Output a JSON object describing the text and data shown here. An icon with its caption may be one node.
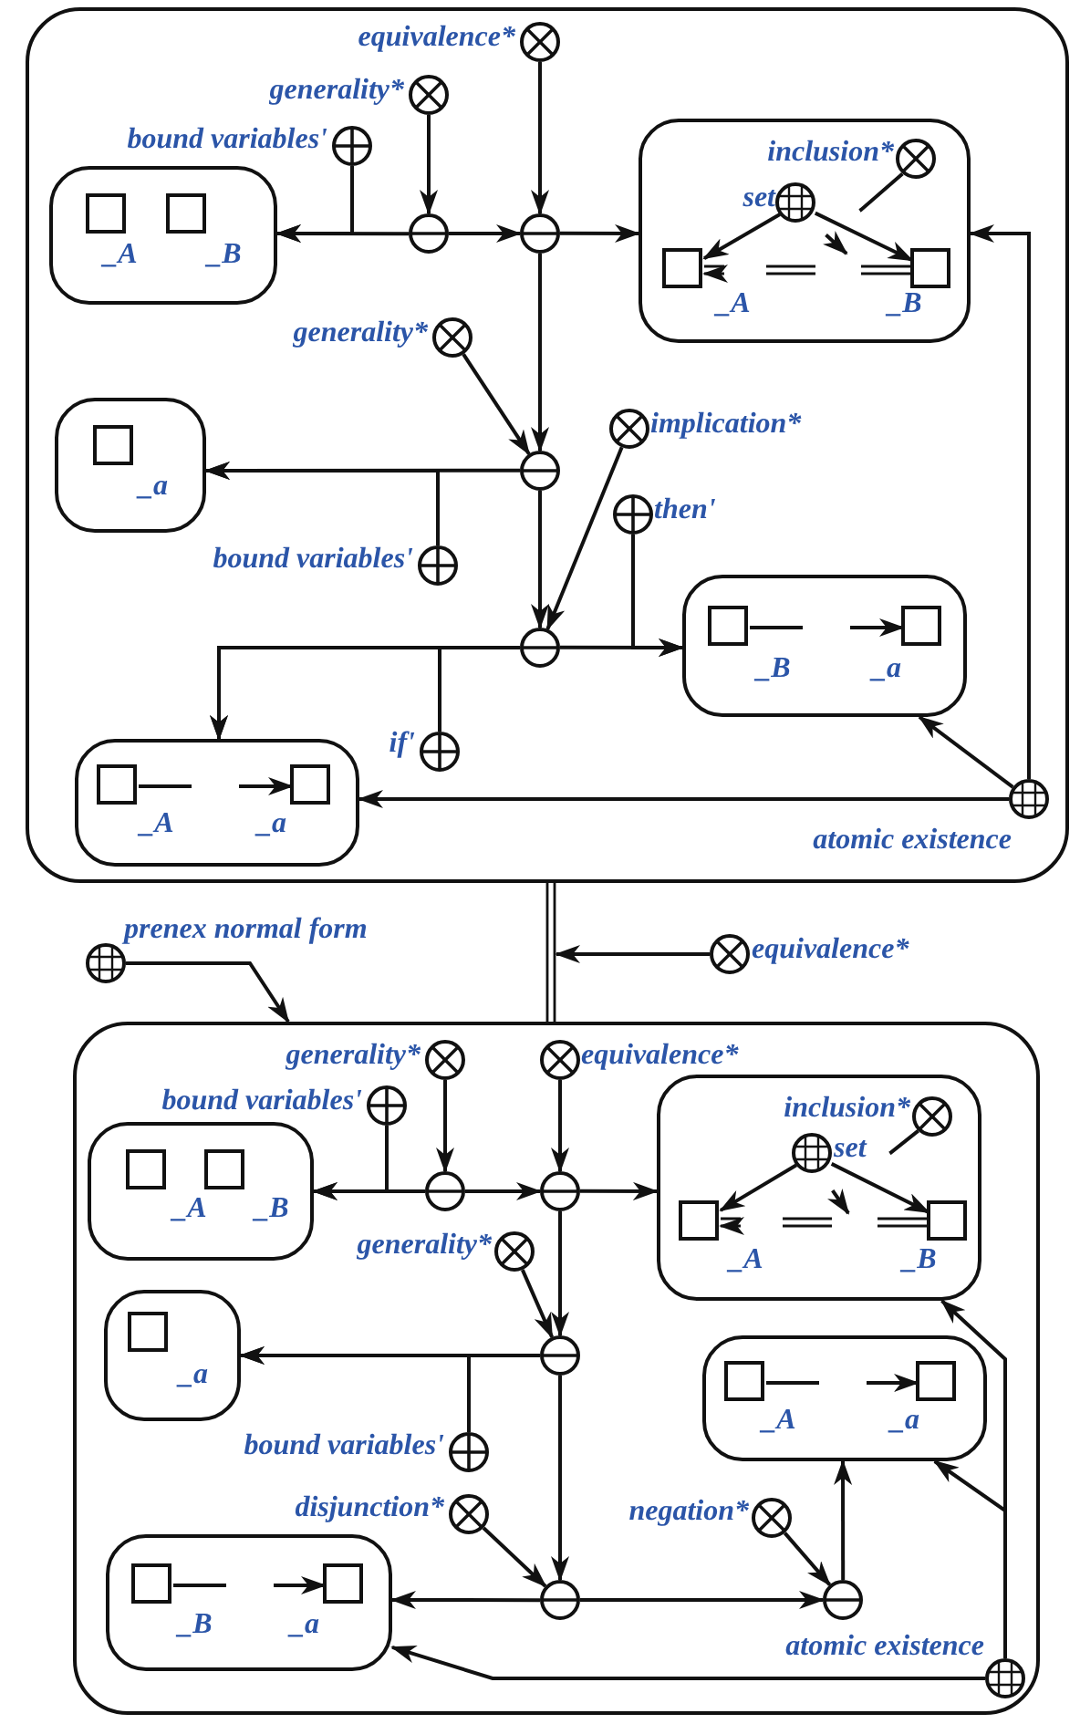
{
  "diagram": {
    "nodes": [
      {
        "text": [],
        "shape": "rounded-box"
      },
      {
        "text": [],
        "shape": "crossed-circle",
        "beside": [
          "equivalence*"
        ],
        "in": 0
      },
      {
        "text": [],
        "shape": "crossed-circle",
        "beside": [
          "generality*"
        ],
        "in": 0
      },
      {
        "text": [],
        "shape": "plus-circle",
        "beside": [
          "bound variables'"
        ],
        "in": 0
      },
      {
        "text": [],
        "shape": "rounded-box",
        "in": 0
      },
      {
        "text": [],
        "shape": "box",
        "beside": [
          "_A"
        ],
        "in": 4
      },
      {
        "text": [],
        "shape": "box",
        "beside": [
          "_B"
        ],
        "in": 4
      },
      {
        "text": [],
        "shape": "minus-circle",
        "in": 0
      },
      {
        "text": [],
        "shape": "minus-circle",
        "in": 0
      },
      {
        "text": [],
        "shape": "rounded-box",
        "in": 0
      },
      {
        "text": [],
        "shape": "crossed-circle",
        "beside": [
          "inclusion*"
        ],
        "in": 9
      },
      {
        "text": [],
        "shape": "grid-circle",
        "beside": [
          "set"
        ],
        "in": 9
      },
      {
        "text": [],
        "shape": "box",
        "beside": [
          "_A"
        ],
        "in": 9
      },
      {
        "text": [],
        "shape": "box",
        "beside": [
          "_B"
        ],
        "in": 9
      },
      {
        "text": [],
        "shape": "crossed-circle",
        "beside": [
          "generality*"
        ],
        "in": 0
      },
      {
        "text": [],
        "shape": "minus-circle",
        "in": 0
      },
      {
        "text": [],
        "shape": "rounded-box",
        "in": 0
      },
      {
        "text": [],
        "shape": "box",
        "beside": [
          "_a"
        ],
        "in": 16
      },
      {
        "text": [],
        "shape": "crossed-circle",
        "beside": [
          "implication*"
        ],
        "in": 0
      },
      {
        "text": [],
        "shape": "plus-circle",
        "beside": [
          "bound variables'"
        ],
        "in": 0
      },
      {
        "text": [],
        "shape": "plus-circle",
        "beside": [
          "then'"
        ],
        "in": 0
      },
      {
        "text": [],
        "shape": "minus-circle",
        "in": 0
      },
      {
        "text": [],
        "shape": "rounded-box",
        "in": 0
      },
      {
        "text": [],
        "shape": "box",
        "beside": [
          "_B"
        ],
        "in": 22
      },
      {
        "text": [],
        "shape": "box",
        "beside": [
          "_a"
        ],
        "in": 22
      },
      {
        "text": [],
        "shape": "plus-circle",
        "beside": [
          "if'"
        ],
        "in": 0
      },
      {
        "text": [],
        "shape": "rounded-box",
        "in": 0
      },
      {
        "text": [],
        "shape": "box",
        "beside": [
          "_A"
        ],
        "in": 26
      },
      {
        "text": [],
        "shape": "box",
        "beside": [
          "_a"
        ],
        "in": 26
      },
      {
        "text": [],
        "shape": "grid-circle",
        "beside": [
          "atomic existence"
        ],
        "in": 0
      },
      {
        "text": [],
        "shape": "grid-circle",
        "beside": [
          "prenex normal form"
        ]
      },
      {
        "text": [],
        "shape": "crossed-circle",
        "beside": [
          "equivalence*"
        ]
      },
      {
        "text": [],
        "shape": "rounded-box"
      },
      {
        "text": [],
        "shape": "crossed-circle",
        "beside": [
          "generality*"
        ],
        "in": 32
      },
      {
        "text": [],
        "shape": "crossed-circle",
        "beside": [
          "equivalence*"
        ],
        "in": 32
      },
      {
        "text": [],
        "shape": "plus-circle",
        "beside": [
          "bound variables'"
        ],
        "in": 32
      },
      {
        "text": [],
        "shape": "rounded-box",
        "in": 32
      },
      {
        "text": [],
        "shape": "box",
        "beside": [
          "_A"
        ],
        "in": 36
      },
      {
        "text": [],
        "shape": "box",
        "beside": [
          "_B"
        ],
        "in": 36
      },
      {
        "text": [],
        "shape": "minus-circle",
        "in": 32
      },
      {
        "text": [],
        "shape": "minus-circle",
        "in": 32
      },
      {
        "text": [],
        "shape": "rounded-box",
        "in": 32
      },
      {
        "text": [],
        "shape": "crossed-circle",
        "beside": [
          "inclusion*"
        ],
        "in": 41
      },
      {
        "text": [],
        "shape": "grid-circle",
        "beside": [
          "set"
        ],
        "in": 41
      },
      {
        "text": [],
        "shape": "box",
        "beside": [
          "_A"
        ],
        "in": 41
      },
      {
        "text": [],
        "shape": "box",
        "beside": [
          "_B"
        ],
        "in": 41
      },
      {
        "text": [],
        "shape": "crossed-circle",
        "beside": [
          "generality*"
        ],
        "in": 32
      },
      {
        "text": [],
        "shape": "minus-circle",
        "in": 32
      },
      {
        "text": [],
        "shape": "rounded-box",
        "in": 32
      },
      {
        "text": [],
        "shape": "box",
        "beside": [
          "_a"
        ],
        "in": 48
      },
      {
        "text": [],
        "shape": "plus-circle",
        "beside": [
          "bound variables'"
        ],
        "in": 32
      },
      {
        "text": [],
        "shape": "crossed-circle",
        "beside": [
          "disjunction*"
        ],
        "in": 32
      },
      {
        "text": [],
        "shape": "crossed-circle",
        "beside": [
          "negation*"
        ],
        "in": 32
      },
      {
        "text": [],
        "shape": "rounded-box",
        "in": 32
      },
      {
        "text": [],
        "shape": "box",
        "beside": [
          "_A"
        ],
        "in": 53
      },
      {
        "text": [],
        "shape": "box",
        "beside": [
          "_a"
        ],
        "in": 53
      },
      {
        "text": [],
        "shape": "minus-circle",
        "in": 32
      },
      {
        "text": [],
        "shape": "minus-circle",
        "in": 32
      },
      {
        "text": [],
        "shape": "rounded-box",
        "in": 32
      },
      {
        "text": [],
        "shape": "box",
        "beside": [
          "_B"
        ],
        "in": 58
      },
      {
        "text": [],
        "shape": "box",
        "beside": [
          "_a"
        ],
        "in": 58
      },
      {
        "text": [],
        "shape": "grid-circle",
        "beside": [
          "atomic existence"
        ],
        "in": 32
      }
    ],
    "edges": [
      {
        "from": 1,
        "to": 8,
        "arrow": "to"
      },
      {
        "from": 2,
        "to": 7,
        "arrow": "to"
      },
      {
        "from": 7,
        "to": 8,
        "arrow": "to"
      },
      {
        "from": 7,
        "to": 4,
        "arrow": "to"
      },
      {
        "from": 3,
        "to": 4,
        "arrow": "to"
      },
      {
        "from": 8,
        "to": 9,
        "arrow": "to"
      },
      {
        "from": 8,
        "to": 15,
        "arrow": "to"
      },
      {
        "from": 14,
        "to": 15,
        "arrow": "to"
      },
      {
        "from": 15,
        "to": 16,
        "arrow": "to"
      },
      {
        "from": 19,
        "to": 16,
        "arrow": "to"
      },
      {
        "from": 15,
        "to": 21,
        "arrow": "to"
      },
      {
        "from": 18,
        "to": 21,
        "arrow": "to"
      },
      {
        "from": 21,
        "to": 22,
        "arrow": "to"
      },
      {
        "from": 20,
        "to": 22,
        "arrow": "to"
      },
      {
        "from": 21,
        "to": 26,
        "arrow": "to"
      },
      {
        "from": 25,
        "to": 26,
        "arrow": "to"
      },
      {
        "from": 29,
        "to": 26,
        "arrow": "to"
      },
      {
        "from": 29,
        "to": 22,
        "arrow": "to"
      },
      {
        "from": 29,
        "to": 9,
        "arrow": "to"
      },
      {
        "from": 11,
        "to": 12,
        "arrow": "to"
      },
      {
        "from": 11,
        "to": 13,
        "arrow": "to"
      },
      {
        "from": 13,
        "to": 12,
        "arrow": "to",
        "style": "dashed"
      },
      {
        "from": 10,
        "to": null,
        "arrow": "to",
        "style": "dashed"
      },
      {
        "from": 23,
        "to": 24,
        "arrow": "to",
        "style": "dashed"
      },
      {
        "from": 27,
        "to": 28,
        "arrow": "to",
        "style": "dashed"
      },
      {
        "from": 0,
        "to": 32,
        "arrow": "none"
      },
      {
        "from": 31,
        "to": null,
        "arrow": "to"
      },
      {
        "from": 30,
        "to": 32,
        "arrow": "to"
      },
      {
        "from": 33,
        "to": 39,
        "arrow": "to"
      },
      {
        "from": 34,
        "to": 40,
        "arrow": "to"
      },
      {
        "from": 39,
        "to": 40,
        "arrow": "to"
      },
      {
        "from": 39,
        "to": 36,
        "arrow": "to"
      },
      {
        "from": 35,
        "to": 36,
        "arrow": "to"
      },
      {
        "from": 40,
        "to": 41,
        "arrow": "to"
      },
      {
        "from": 40,
        "to": 47,
        "arrow": "to"
      },
      {
        "from": 46,
        "to": 47,
        "arrow": "to"
      },
      {
        "from": 47,
        "to": 48,
        "arrow": "to"
      },
      {
        "from": 50,
        "to": 48,
        "arrow": "to"
      },
      {
        "from": 47,
        "to": 56,
        "arrow": "to"
      },
      {
        "from": 51,
        "to": 56,
        "arrow": "to"
      },
      {
        "from": 56,
        "to": 58,
        "arrow": "to"
      },
      {
        "from": 56,
        "to": 57,
        "arrow": "to"
      },
      {
        "from": 52,
        "to": 57,
        "arrow": "to"
      },
      {
        "from": 57,
        "to": 53,
        "arrow": "to"
      },
      {
        "from": 61,
        "to": 58,
        "arrow": "to"
      },
      {
        "from": 61,
        "to": 53,
        "arrow": "to"
      },
      {
        "from": 61,
        "to": 41,
        "arrow": "to"
      },
      {
        "from": 43,
        "to": 44,
        "arrow": "to"
      },
      {
        "from": 43,
        "to": 45,
        "arrow": "to"
      },
      {
        "from": 45,
        "to": 44,
        "arrow": "to",
        "style": "dashed"
      },
      {
        "from": 42,
        "to": null,
        "arrow": "to",
        "style": "dashed"
      },
      {
        "from": 59,
        "to": 60,
        "arrow": "to",
        "style": "dashed"
      },
      {
        "from": 54,
        "to": 55,
        "arrow": "to",
        "style": "dashed"
      }
    ]
  }
}
